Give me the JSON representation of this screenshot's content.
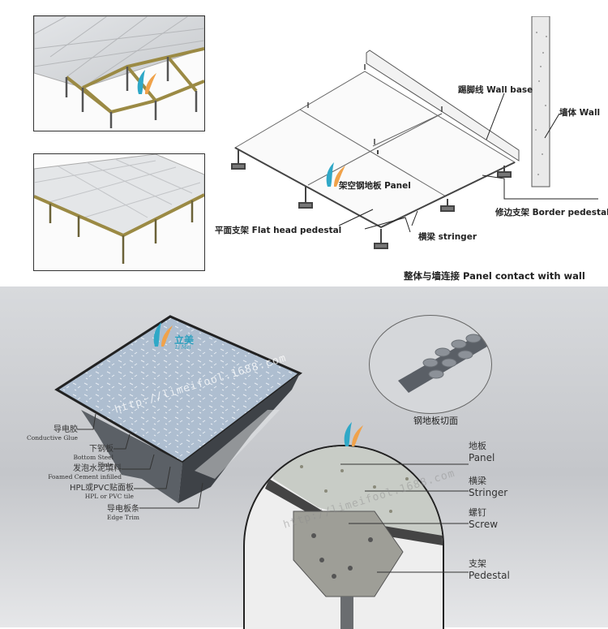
{
  "top_diagram": {
    "labels": {
      "wall_base": "踢脚线 Wall base",
      "wall": "墙体 Wall",
      "panel": "架空钢地板 Panel",
      "border_pedestal": "修边支架 Border pedestal",
      "flat_head_pedestal": "平面支架 Flat head pedestal",
      "stringer": "横梁 stringer"
    },
    "caption": "整体与墙连接 Panel contact with wall"
  },
  "panel_cross_section": {
    "legend": [
      {
        "cn": "导电胶",
        "en": "Conductive Glue"
      },
      {
        "cn": "下钢板",
        "en": "Bottom Steel Plate"
      },
      {
        "cn": "发泡水泥填料",
        "en": "Foamed Cement infilled"
      },
      {
        "cn": "HPL或PVC贴面板",
        "en": "HPL or PVC tile"
      },
      {
        "cn": "导电板条",
        "en": "Edge Trim"
      }
    ],
    "cutaway_caption": "钢地板切面"
  },
  "pedestal_detail": {
    "labels": [
      {
        "cn": "地板",
        "en": "Panel"
      },
      {
        "cn": "横梁",
        "en": "Stringer"
      },
      {
        "cn": "螺钉",
        "en": "Screw"
      },
      {
        "cn": "支架",
        "en": "Pedestal"
      }
    ]
  },
  "watermark": {
    "url": "http://limeifool.1688.com",
    "url_lower": "http://limeifool.1688.com",
    "logo_text": "立美",
    "logo_sub": "Li Mei"
  },
  "colors": {
    "frame_brass": "#9b8a44",
    "tile_gray": "#d9dcdf",
    "accent_blue": "#2a9fbe",
    "bottom_background": "#c9cbcf"
  }
}
